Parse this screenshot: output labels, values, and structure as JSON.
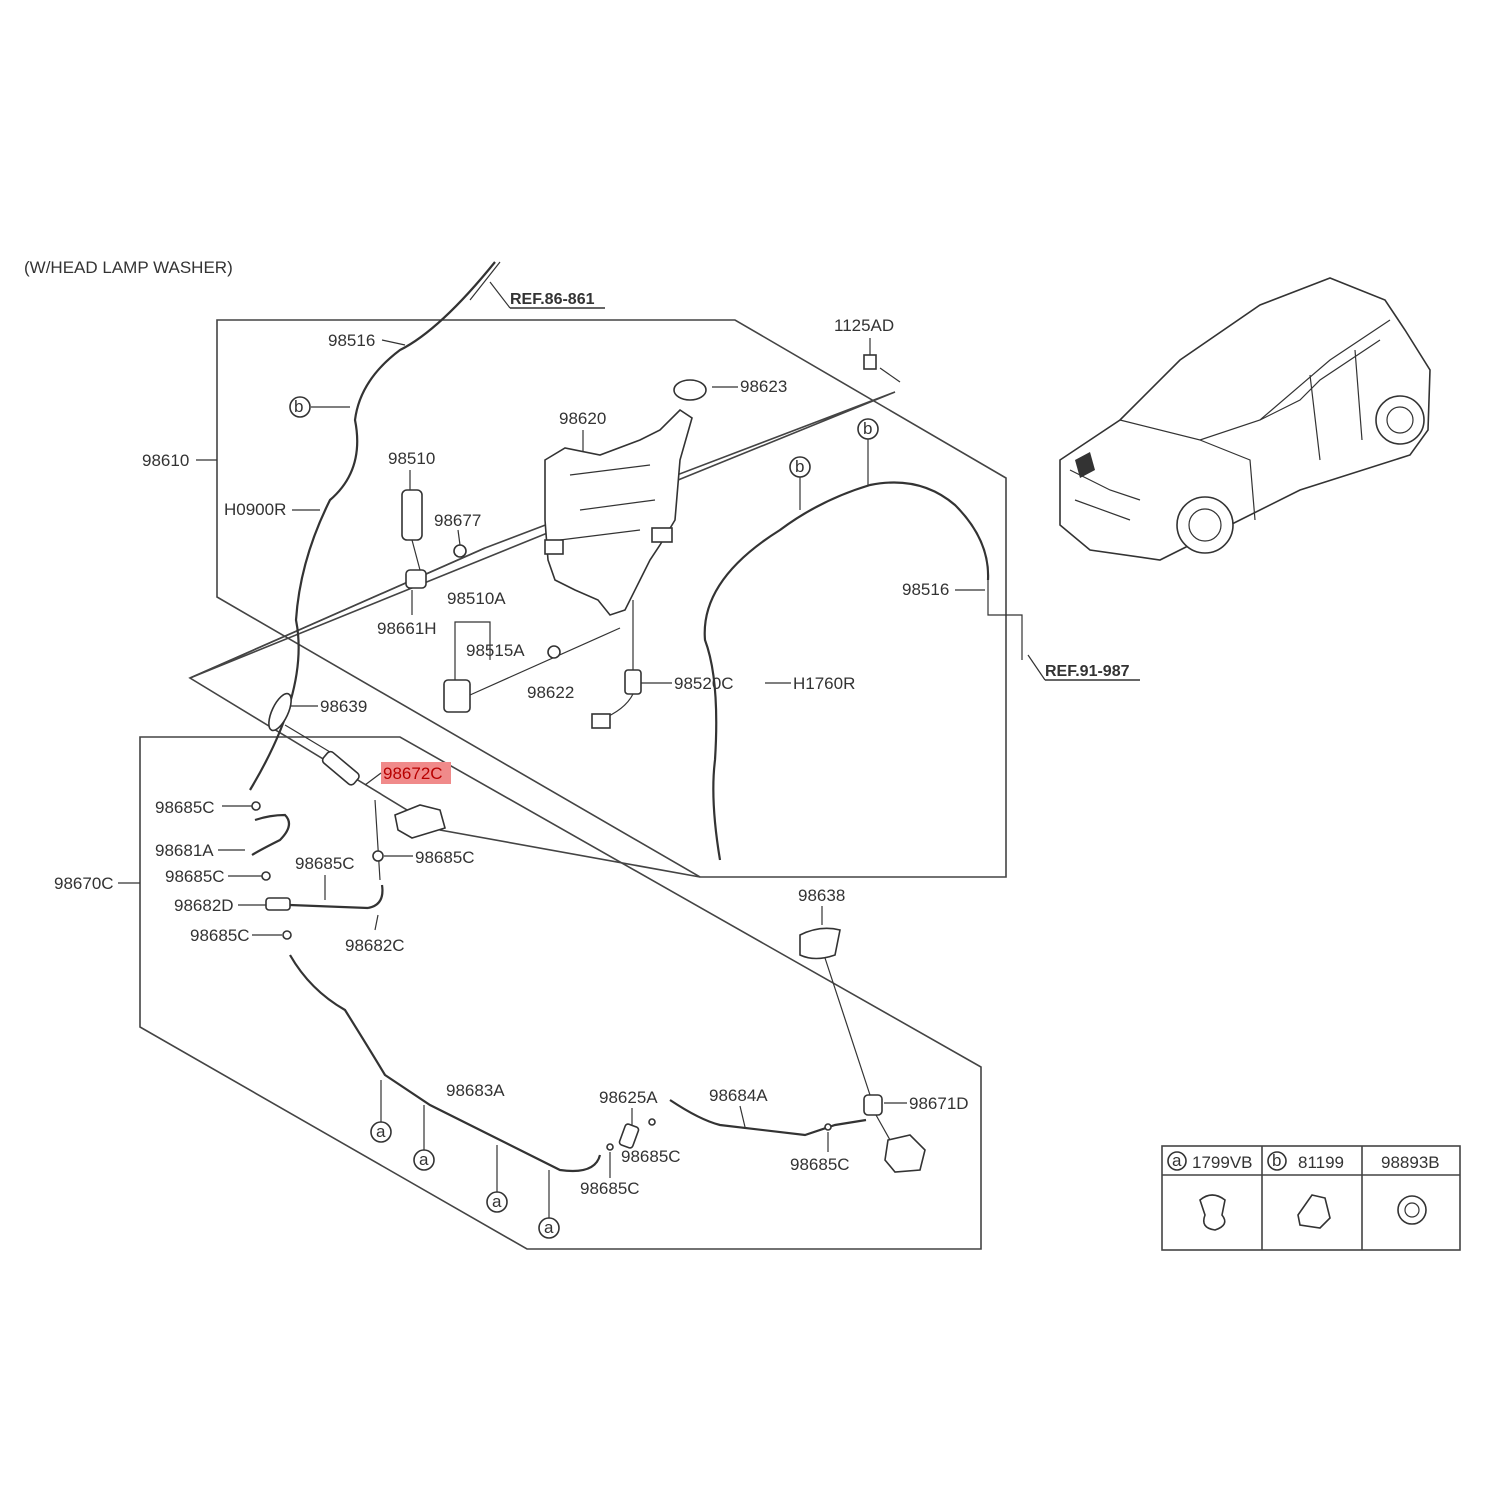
{
  "header": {
    "note": "(W/HEAD LAMP WASHER)"
  },
  "refs": {
    "ref_top": "REF.86-861",
    "ref_right": "REF.91-987"
  },
  "parts": {
    "p98516_top": "98516",
    "p98610": "98610",
    "h0900r": "H0900R",
    "p98510": "98510",
    "p98677": "98677",
    "p98661h": "98661H",
    "p98510a": "98510A",
    "p98515a": "98515A",
    "p98622": "98622",
    "p98620": "98620",
    "p98623": "98623",
    "p1125ad": "1125AD",
    "p98516_right": "98516",
    "p98520c": "98520C",
    "h1760r": "H1760R",
    "p98639": "98639",
    "p98672c": "98672C",
    "p98685c_1": "98685C",
    "p98685c_2": "98685C",
    "p98681a": "98681A",
    "p98685c_3": "98685C",
    "p98685c_4": "98685C",
    "p98670c": "98670C",
    "p98682d": "98682D",
    "p98685c_5": "98685C",
    "p98682c": "98682C",
    "p98638": "98638",
    "p98683a": "98683A",
    "p98625a": "98625A",
    "p98685c_6": "98685C",
    "p98685c_7": "98685C",
    "p98684a": "98684A",
    "p98685c_8": "98685C",
    "p98671d": "98671D"
  },
  "callouts": {
    "a": "a",
    "b": "b"
  },
  "legend": {
    "cells": [
      {
        "circle": "a",
        "code": "1799VB"
      },
      {
        "circle": "b",
        "code": "81199"
      },
      {
        "circle": "",
        "code": "98893B"
      }
    ]
  },
  "colors": {
    "line": "#333333",
    "highlight": "#f08a8a",
    "highlight_text": "#b80000"
  }
}
